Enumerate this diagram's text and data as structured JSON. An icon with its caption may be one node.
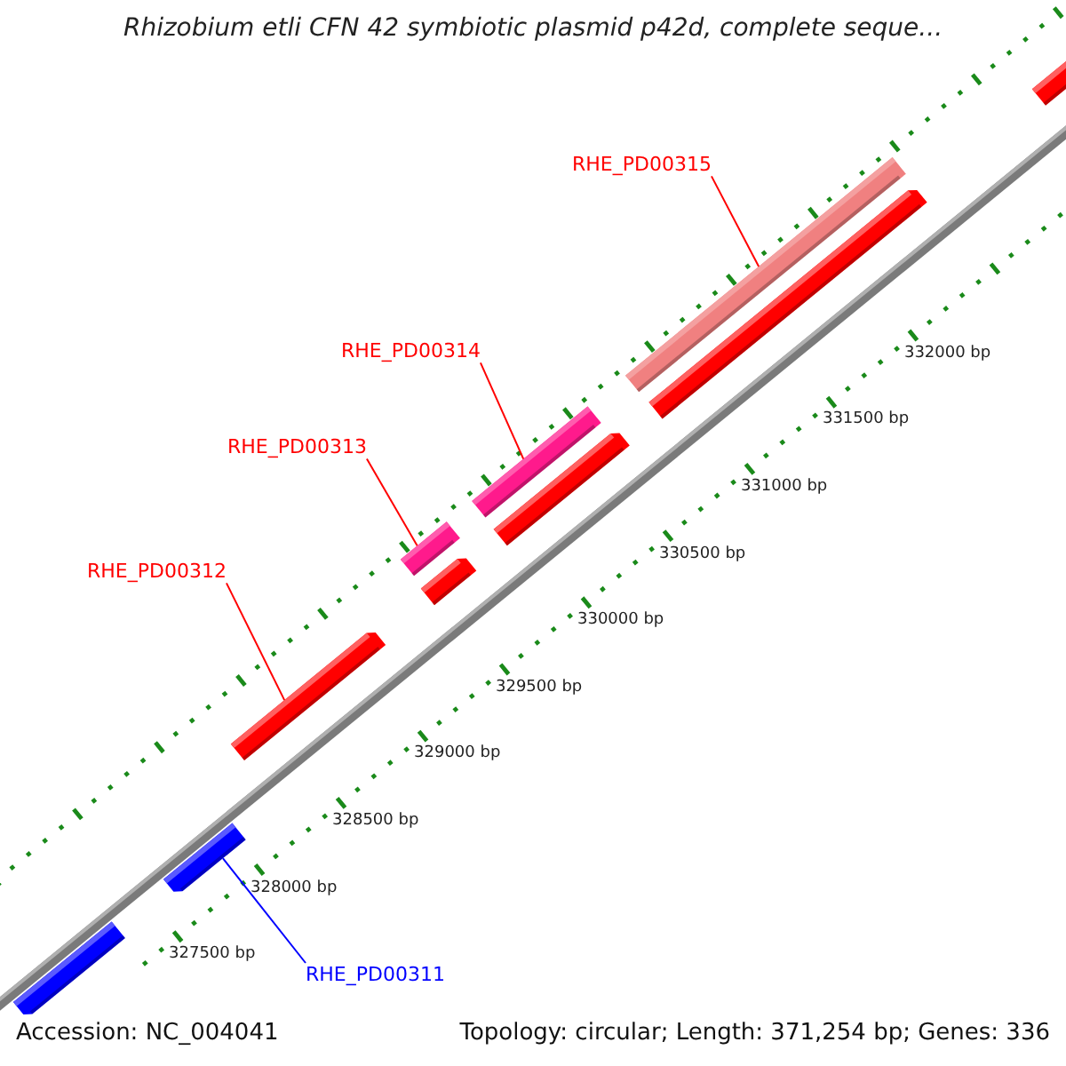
{
  "diagram": {
    "title": "Rhizobium etli CFN 42 symbiotic plasmid p42d, complete seque...",
    "nodes": [
      {
        "text": [
          "RHE_PD00315"
        ]
      },
      {
        "text": [],
        "shape": "bar"
      },
      {
        "text": [
          "RHE_PD00314"
        ]
      },
      {
        "text": [],
        "shape": "bar"
      },
      {
        "text": [
          "RHE_PD00313"
        ]
      },
      {
        "text": [],
        "shape": "bar"
      },
      {
        "text": [
          "RHE_PD00312"
        ]
      },
      {
        "text": [],
        "shape": "bar"
      },
      {
        "text": [
          "RHE_PD00311"
        ]
      },
      {
        "text": [],
        "shape": "bar"
      },
      {
        "text": [],
        "shape": "bar"
      },
      {
        "text": [],
        "shape": "bar"
      },
      {
        "text": [],
        "shape": "bar"
      },
      {
        "text": [],
        "shape": "bar"
      },
      {
        "text": [],
        "shape": "bar"
      }
    ],
    "edges": [
      {
        "from": 0,
        "to": 1,
        "arrow": "none"
      },
      {
        "from": 2,
        "to": 3,
        "arrow": "none"
      },
      {
        "from": 4,
        "to": 5,
        "arrow": "none"
      },
      {
        "from": 6,
        "to": 7,
        "arrow": "none"
      },
      {
        "from": 8,
        "to": 9,
        "arrow": "none",
        "color": "#0000ff"
      }
    ],
    "labels": [
      "332000 bp",
      "331500 bp",
      "331000 bp",
      "330500 bp",
      "330000 bp",
      "329500 bp",
      "329000 bp",
      "328500 bp",
      "328000 bp",
      "327500 bp",
      "Accession: NC_004041",
      "Topology: circular; Length: 371,254 bp; Genes: 336"
    ]
  }
}
